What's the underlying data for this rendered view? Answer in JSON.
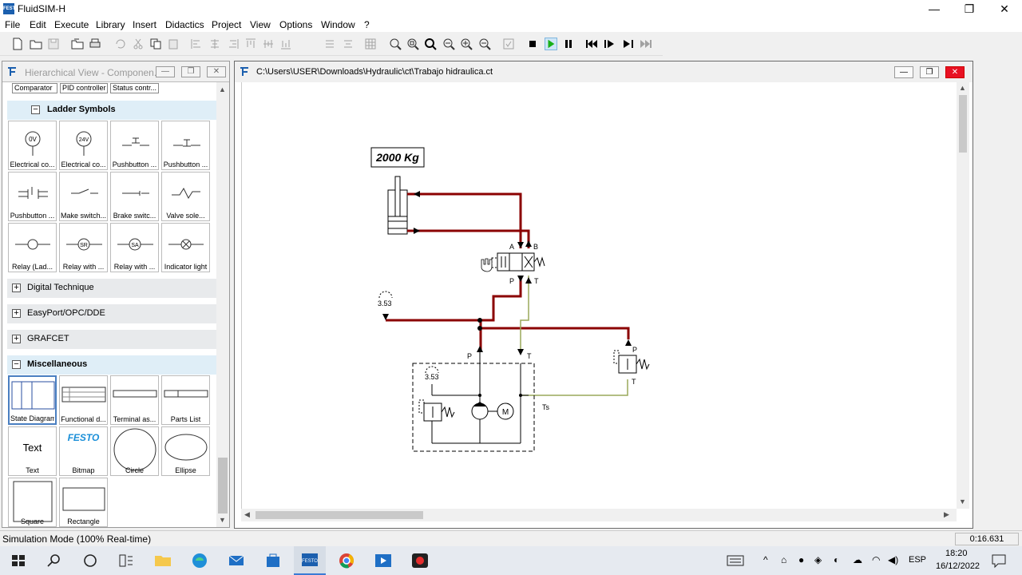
{
  "app": {
    "title": "FluidSIM-H",
    "icon_text": "FESTO"
  },
  "window_controls": {
    "minimize": "—",
    "maximize": "❐",
    "close": "✕"
  },
  "menu": [
    "File",
    "Edit",
    "Execute",
    "Library",
    "Insert",
    "Didactics",
    "Project",
    "View",
    "Options",
    "Window",
    "?"
  ],
  "hierarchical_view": {
    "title": "Hierarchical View - Componen...",
    "top_row": [
      "Comparator",
      "PID controller",
      "Status contr..."
    ],
    "sections": [
      {
        "label": "Ladder Symbols",
        "expanded": true,
        "toggle": "−"
      },
      {
        "label": "Digital Technique",
        "expanded": false,
        "toggle": "+"
      },
      {
        "label": "EasyPort/OPC/DDE",
        "expanded": false,
        "toggle": "+"
      },
      {
        "label": "GRAFCET",
        "expanded": false,
        "toggle": "+"
      },
      {
        "label": "Miscellaneous",
        "expanded": true,
        "toggle": "−"
      }
    ],
    "ladder_items": [
      "Electrical co...",
      "Electrical co...",
      "Pushbutton ...",
      "Pushbutton ...",
      "Pushbutton ...",
      "Make switch...",
      "Brake switc...",
      "Valve sole...",
      "Relay (Lad...",
      "Relay with ...",
      "Relay with ...",
      "Indicator light"
    ],
    "ladder_symbol_text": [
      "0V",
      "24V",
      "SR",
      "SA"
    ],
    "misc_items": [
      "State Diagram",
      "Functional d...",
      "Terminal as...",
      "Parts List",
      "Text",
      "Bitmap",
      "Circle",
      "Ellipse",
      "Square",
      "Rectangle"
    ],
    "misc_symbol_text": {
      "text_cell": "Text",
      "bitmap_cell": "FESTO"
    }
  },
  "document": {
    "title": "C:\\Users\\USER\\Downloads\\Hydraulic\\ct\\Trabajo hidraulica.ct",
    "load_label": "2000  Kg",
    "pressure_top": "3.53",
    "pressure_unit": "3.53",
    "port_labels": {
      "A": "A",
      "B": "B",
      "P": "P",
      "T": "T",
      "Ts": "Ts"
    },
    "colors": {
      "pressure_line": "#8b0000",
      "tank_line": "#9aa85a",
      "frame": "#000000"
    }
  },
  "status": {
    "mode": "Simulation Mode (100% Real-time)",
    "time": "0:16.631"
  },
  "taskbar": {
    "lang": "ESP",
    "time": "18:20",
    "date": "16/12/2022"
  }
}
